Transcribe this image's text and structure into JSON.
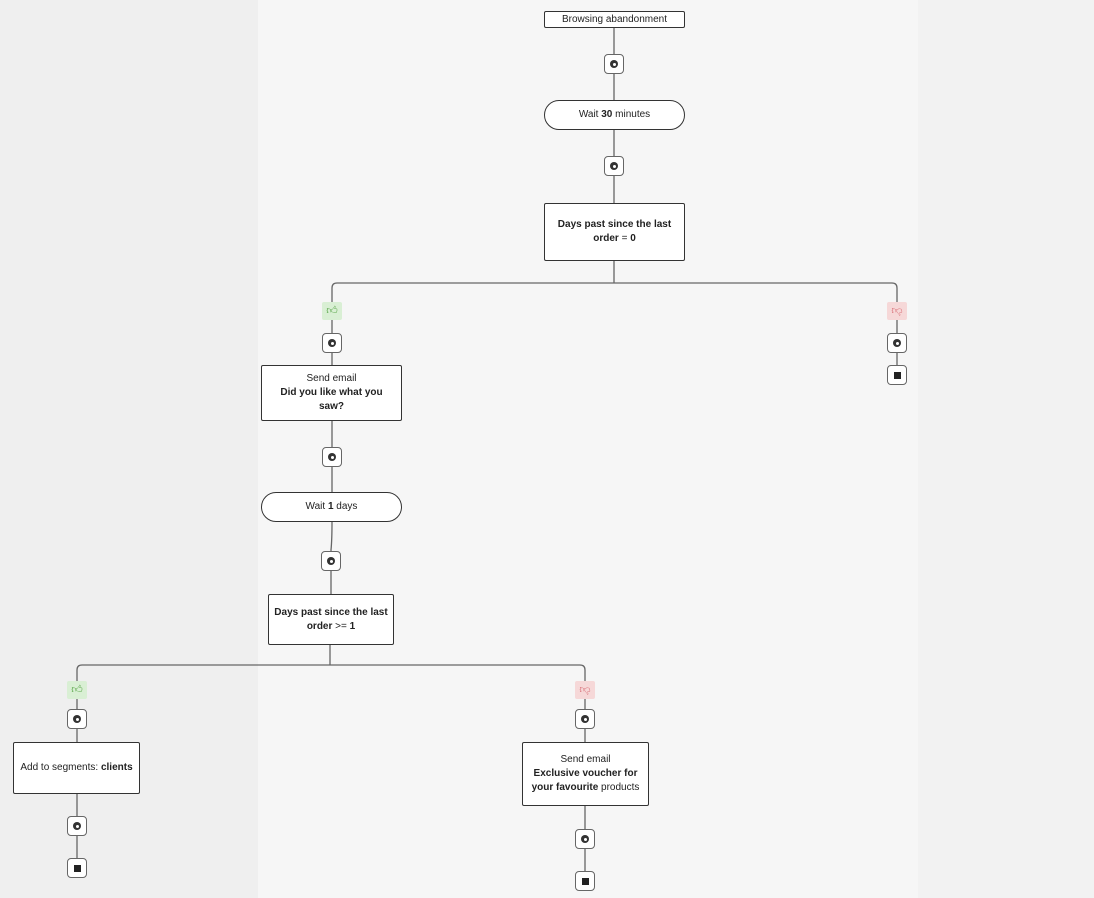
{
  "trigger": {
    "label": "Browsing abandonment"
  },
  "wait1": {
    "prefix": "Wait ",
    "value": "30",
    "suffix": " minutes"
  },
  "condition1": {
    "bold1": "Days past since the last order",
    "rest": " = ",
    "bold2": "0"
  },
  "email1": {
    "title": "Send email",
    "subject": "Did you like what you saw?"
  },
  "wait2": {
    "prefix": "Wait ",
    "value": "1",
    "suffix": " days"
  },
  "condition2": {
    "bold1": "Days past since the last order",
    "rest": " >= ",
    "bold2": "1"
  },
  "segment": {
    "prefix": "Add to segments: ",
    "name": "clients"
  },
  "email2": {
    "title": "Send email",
    "subject_bold": "Exclusive voucher for your favourite",
    "subject_rest": " products"
  },
  "icons": {
    "yes": "thumbs-up-icon",
    "no": "thumbs-down-icon",
    "add": "add-step-icon",
    "end": "stop-icon"
  },
  "colors": {
    "yes_bg": "#d9efd4",
    "no_bg": "#f6d8d8",
    "node_border": "#333333",
    "wire": "#666666"
  }
}
